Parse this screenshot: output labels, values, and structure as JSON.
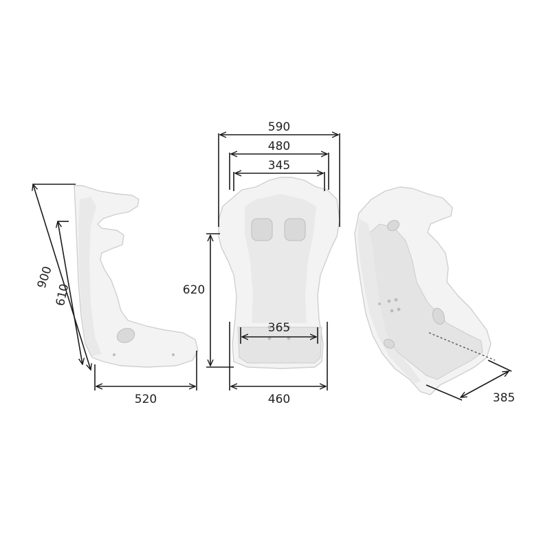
{
  "diagram": {
    "views": [
      {
        "id": "side",
        "dimensions": {
          "height_outer": "900",
          "height_inner": "610",
          "depth": "520"
        }
      },
      {
        "id": "front",
        "dimensions": {
          "width_top": "590",
          "width_shoulder": "480",
          "width_head": "345",
          "height": "620",
          "width_seat": "365",
          "width_base": "460"
        }
      },
      {
        "id": "perspective",
        "dimensions": {
          "seat_depth": "385"
        }
      }
    ]
  }
}
